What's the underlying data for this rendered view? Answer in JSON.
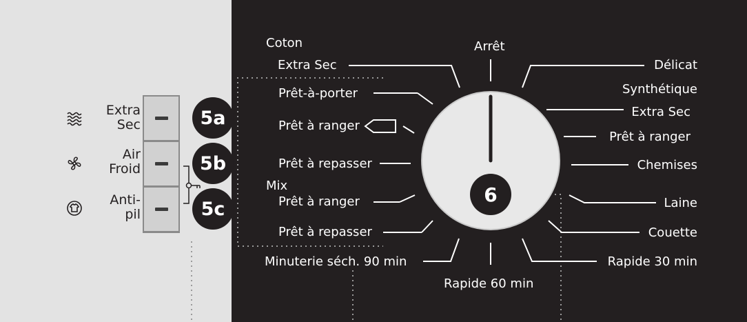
{
  "left_options": [
    {
      "label_line1": "Extra",
      "label_line2": "Sec",
      "icon": "wavy-lines-icon",
      "badge": "5a"
    },
    {
      "label_line1": "Air",
      "label_line2": "Froid",
      "icon": "fan-icon",
      "badge": "5b"
    },
    {
      "label_line1": "Anti-",
      "label_line2": "pil",
      "icon": "shirt-icon",
      "badge": "5c"
    }
  ],
  "key_icon": "key-lock-icon",
  "dial": {
    "number": "6",
    "colors": {
      "panel": "#231f20",
      "left_panel": "#e3e3e3",
      "dial_face": "#e8e8e8",
      "text": "#ffffff"
    }
  },
  "programs": {
    "top": "Arrêt",
    "left_group_header": "Coton",
    "left_group_header2": "Mix",
    "left": [
      "Extra Sec",
      "Prêt-à-porter",
      "Prêt à ranger",
      "Prêt à repasser",
      "Prêt à ranger",
      "Prêt à repasser",
      "Minuterie séch. 90 min"
    ],
    "bottom": "Rapide 60 min",
    "right_group_header": "Synthétique",
    "right": [
      "Délicat",
      "Extra Sec",
      "Prêt à ranger",
      "Chemises",
      "Laine",
      "Couette",
      "Rapide 30 min"
    ]
  }
}
